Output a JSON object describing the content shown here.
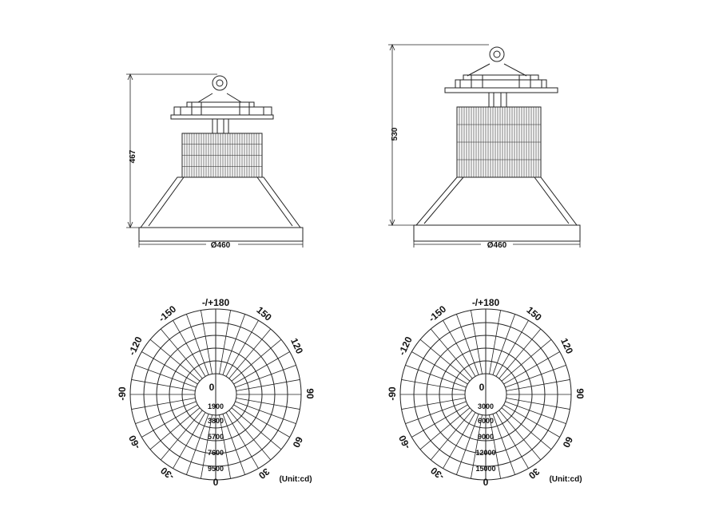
{
  "drawings": [
    {
      "name": "left",
      "height_label": "467",
      "diameter_label": "Ø460",
      "polar": {
        "angle_labels": {
          "top": "-/+180",
          "left_top": "-150",
          "right_top": "150",
          "left_upper": "-120",
          "right_upper": "120",
          "left": "-90",
          "right": "90",
          "left_lower": "-60",
          "right_lower": "60",
          "bottom_left": "-30",
          "bottom_right": "30",
          "bottom": "0"
        },
        "center_label": "0",
        "ring_labels": [
          "1900",
          "3800",
          "5700",
          "7600",
          "9500"
        ],
        "unit": "(Unit:cd)"
      }
    },
    {
      "name": "right",
      "height_label": "530",
      "diameter_label": "Ø460",
      "polar": {
        "angle_labels": {
          "top": "-/+180",
          "left_top": "-150",
          "right_top": "150",
          "left_upper": "-120",
          "right_upper": "120",
          "left": "-90",
          "right": "90",
          "left_lower": "-60",
          "right_lower": "60",
          "bottom_left": "-30",
          "bottom_right": "30",
          "bottom": "0"
        },
        "center_label": "0",
        "ring_labels": [
          "3000",
          "6000",
          "9000",
          "12000",
          "15000"
        ],
        "unit": "(Unit:cd)"
      }
    }
  ]
}
